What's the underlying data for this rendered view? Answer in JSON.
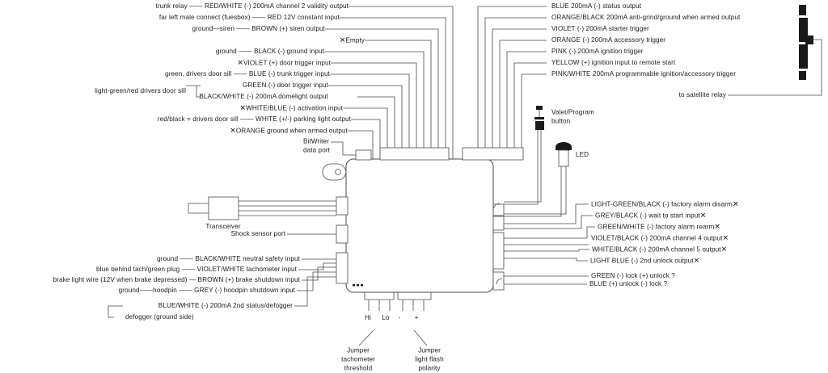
{
  "diagram": {
    "title": "Vehicle alarm / remote start module wiring diagram",
    "module_marking": "•••"
  },
  "left_wires": [
    {
      "source": "trunk relay",
      "dash": "——",
      "label": "RED/WHITE (-) 200mA channel 2 validity output",
      "unused": false
    },
    {
      "source": "far left male connect (fuesbox)",
      "dash": "——",
      "label": "RED 12V constant input",
      "unused": false
    },
    {
      "source": "ground—siren",
      "dash": "——",
      "label": "BROWN  (+) siren output",
      "unused": false
    },
    {
      "source": "",
      "dash": "",
      "label": "Empty",
      "unused": true
    },
    {
      "source": "ground",
      "dash": "——",
      "label": "BLACK (-) ground input",
      "unused": false
    },
    {
      "source": "",
      "dash": "",
      "label": "VIOLET (+) door trigger input",
      "unused": true
    },
    {
      "source": "green, drivers door sill",
      "dash": "——",
      "label": "BLUE (-) trunk trigger input",
      "unused": false
    },
    {
      "source": "",
      "dash": "",
      "label": "GREEN (-) door trigger input",
      "unused": false
    },
    {
      "source": "",
      "dash": "",
      "label": "BLACK/WHITE (-) 200mA domelight output",
      "unused": false
    },
    {
      "source": "",
      "dash": "",
      "label": "WHITE/BLUE (-) activation input",
      "unused": true
    },
    {
      "source": "red/black = drivers door sill",
      "dash": "——",
      "label": "WHITE (+/-) parking light output",
      "unused": false
    },
    {
      "source": "",
      "dash": "",
      "label": "ORANGE ground when armed output",
      "unused": true
    }
  ],
  "left_bracket_source": "light-green/red drivers door sill",
  "right_wires_top": [
    {
      "label": "BLUE 200mA (-) status output"
    },
    {
      "label": "ORANGE/BLACK 200mA anti-grind/ground when armed output"
    },
    {
      "label": "VIOLET (-) 200mA starter trigger"
    },
    {
      "label": "ORANGE (-) 200mA accessory trigger"
    },
    {
      "label": "PINK (-) 200mA ignition trigger"
    },
    {
      "label": "YELLOW (+) ignition input to remote start"
    },
    {
      "label": "PINK/WHITE 200mA programmable ignition/accessory trigger"
    }
  ],
  "satellite_label": "to satellite relay",
  "right_wires_mid": [
    {
      "label": "LIGHT-GREEN/BLACK (-) factory alarm disarm",
      "unused": true
    },
    {
      "label": "GREY/BLACK (-) wait to start input",
      "unused": true
    },
    {
      "label": "GREEN/WHITE (-) factory alarm rearm",
      "unused": true
    },
    {
      "label": "VIOLET/BLACK (-) 200mA channel 4 output",
      "unused": true
    },
    {
      "label": "WHITE/BLACK (-) 200mA channel 5 output",
      "unused": true
    },
    {
      "label": "LIGHT BLUE (-) 2nd unlock output",
      "unused": true
    },
    {
      "label": "GREEN (-) lock (+) unlock ?",
      "unused": false
    },
    {
      "label": "BLUE (+) unlock (-) lock ?",
      "unused": false
    }
  ],
  "bottom_left_wires": [
    {
      "source": "ground",
      "dash": "——",
      "label": "BLACK/WHITE neutral safety input"
    },
    {
      "source": "blue behind tach/green plug",
      "dash": "——",
      "label": "VIOLET/WHITE tachometer input"
    },
    {
      "source": "brake light wire (12V when brake depressed)",
      "dash": "—",
      "label": "BROWN (+) brake shutdown input"
    },
    {
      "source": "ground——hoodpin",
      "dash": "——",
      "label": "GREY (-) hoodpin shutdown input"
    },
    {
      "source": "",
      "dash": "",
      "label": "BLUE/WHITE (-) 200mA 2nd status/defogger"
    }
  ],
  "defogger_label": "defogger (ground side)",
  "components": {
    "bitwriter": "BitWriter\ndata port",
    "transceiver": "Transceiver",
    "shock_sensor": "Shock sensor port",
    "valet_button": "Valet/Program\nbutton",
    "led": "LED"
  },
  "jumpers": {
    "pins": [
      "Hi",
      "Lo",
      "-",
      "+"
    ],
    "tach": "Jumper\ntachometer\nthreshold",
    "flash": "Jumper\nlight flash\npolarity"
  },
  "colors": {
    "line": "#4a4a4a",
    "text": "#1b1b1b",
    "fill": "#ffffff",
    "dark": "#1a1a1a"
  }
}
